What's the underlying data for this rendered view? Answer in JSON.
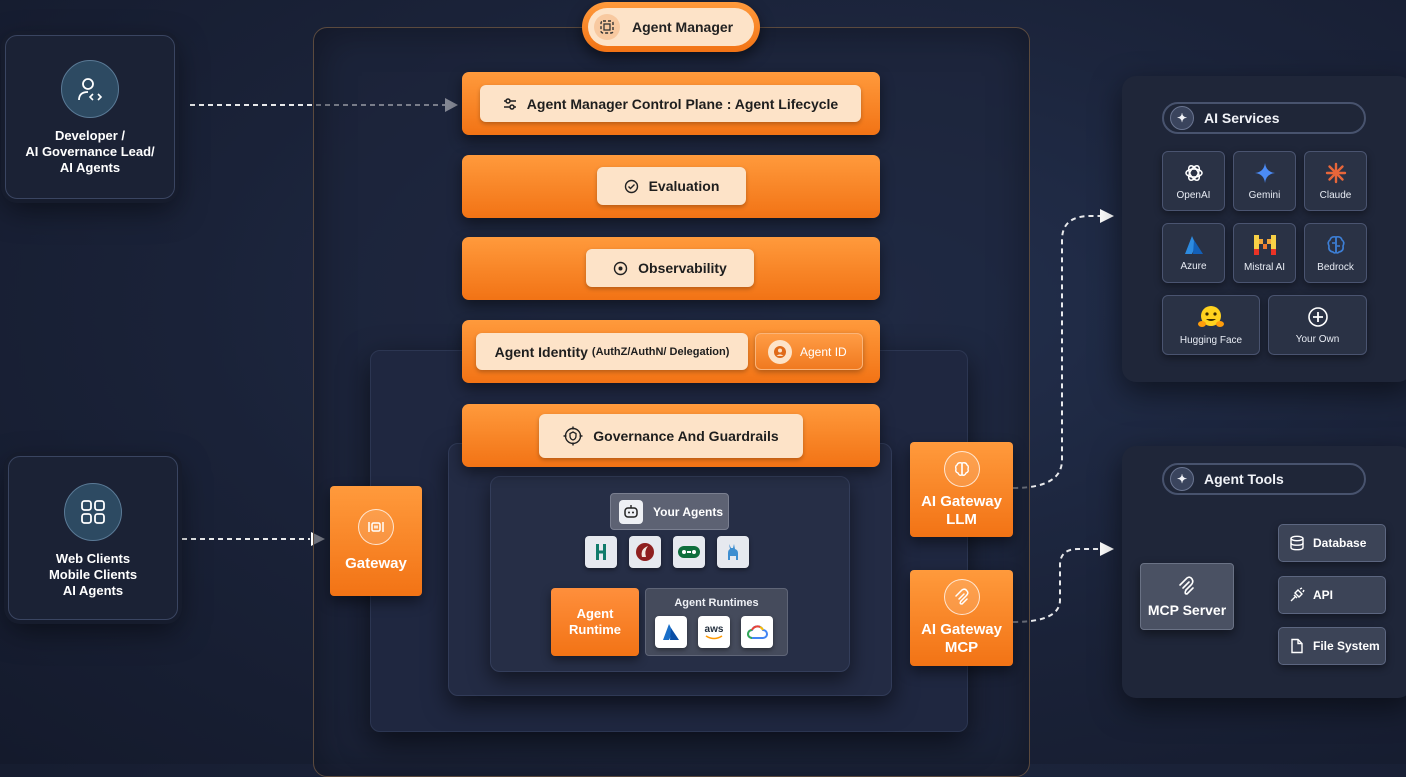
{
  "header": {
    "title": "Agent Manager"
  },
  "clients": {
    "top": {
      "lines": [
        "Developer /",
        "AI Governance Lead/",
        "AI Agents"
      ]
    },
    "bottom": {
      "lines": [
        "Web Clients",
        "Mobile Clients",
        "AI Agents"
      ]
    }
  },
  "layers": {
    "control_plane": "Agent Manager Control Plane : Agent Lifecycle",
    "evaluation": "Evaluation",
    "observability": "Observability",
    "identity": {
      "label": "Agent Identity",
      "sub": "(AuthZ/AuthN/ Delegation)",
      "badge": "Agent ID"
    },
    "governance": "Governance And Guardrails"
  },
  "gateway": {
    "label": "Gateway"
  },
  "ai_gateway_llm": {
    "lines": [
      "AI Gateway",
      "LLM"
    ]
  },
  "ai_gateway_mcp": {
    "lines": [
      "AI Gateway",
      "MCP"
    ]
  },
  "agents": {
    "your_agents": "Your Agents",
    "agent_runtime": [
      "Agent",
      "Runtime"
    ],
    "agent_runtimes": "Agent Runtimes",
    "runtime_logos": [
      "azure-icon",
      "aws-icon",
      "google-cloud-icon"
    ],
    "agent_logos": [
      "hugging-agent-icon",
      "crewai-icon",
      "gamepad-agent-icon",
      "llama-agent-icon"
    ]
  },
  "ai_services": {
    "title": "AI Services",
    "providers": [
      "OpenAI",
      "Gemini",
      "Claude",
      "Azure",
      "Mistral AI",
      "Bedrock",
      "Hugging Face",
      "Your Own"
    ]
  },
  "agent_tools": {
    "title": "Agent Tools",
    "server": "MCP Server",
    "tools": [
      "Database",
      "API",
      "File System"
    ]
  },
  "colors": {
    "accent": "#f27315",
    "accent_light": "#ff9a3c",
    "pill": "#fde3c8",
    "bg": "#1a2238"
  }
}
